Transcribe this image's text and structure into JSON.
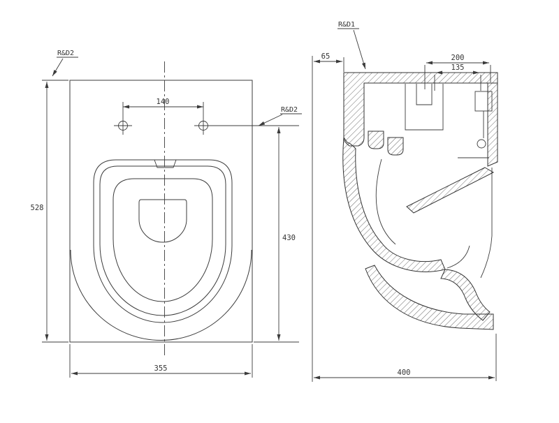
{
  "drawing": {
    "background": "#ffffff",
    "line_color": "#3b3b3b",
    "plan": {
      "callouts": {
        "top_left": "R&D2",
        "right": "R&D2"
      },
      "dims": {
        "hole_spacing": "140",
        "overall_depth": "528",
        "hole_to_front": "430",
        "overall_width": "355"
      }
    },
    "section": {
      "callouts": {
        "top": "R&D1"
      },
      "dims": {
        "back_gap": "65",
        "tank_depth": "200",
        "cover_depth": "135",
        "overall_depth": "400"
      }
    }
  }
}
